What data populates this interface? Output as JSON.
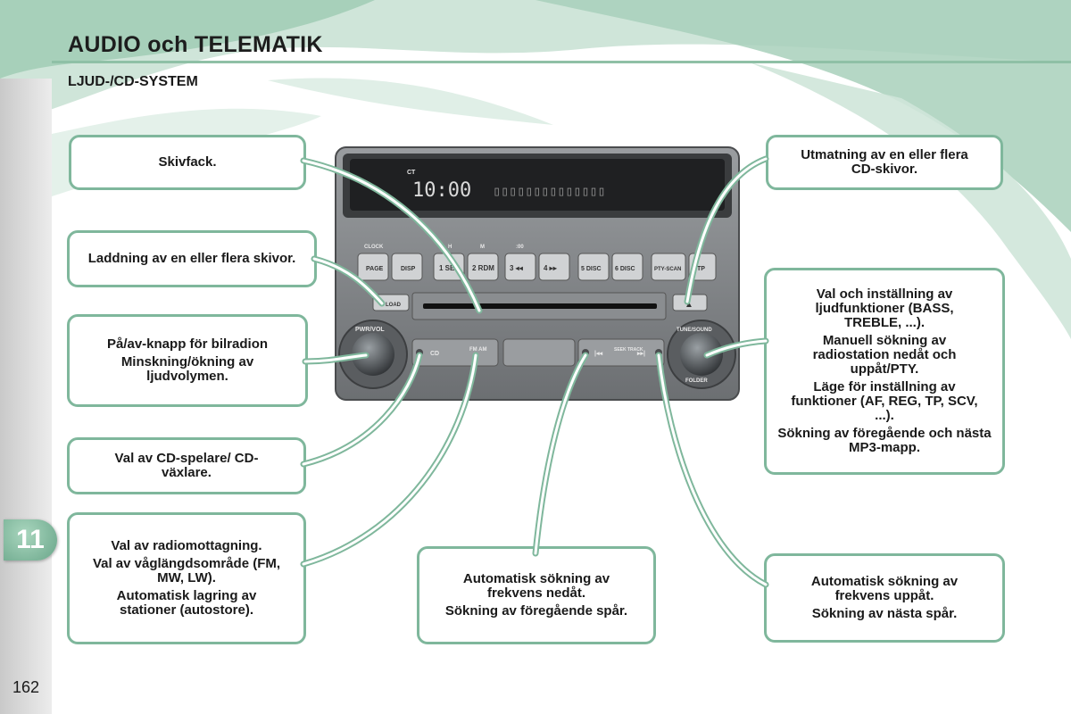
{
  "header": {
    "title": "AUDIO och TELEMATIK",
    "subtitle": "LJUD-/CD-SYSTEM"
  },
  "chapter_tab": "11",
  "page_number": "162",
  "radio": {
    "display_small": "CT",
    "display_time": "10:00",
    "display_segments": "▯▯▯▯▯▯▯▯▯▯▯▯▯▯",
    "top_labels": [
      "CLOCK",
      "H",
      "M",
      ":00"
    ],
    "buttons": [
      "PAGE",
      "DISP",
      "1 SET",
      "2 RDM",
      "3 ◂◂",
      "4 ▸▸",
      "5 DISC",
      "6 DISC",
      "PTY-SCAN",
      "TP"
    ],
    "load_label": "LOAD",
    "eject_symbol": "▲",
    "knob_left_label": "PWR/VOL",
    "knob_right_label": "TUNE/SOUND",
    "knob_right_bottom": "FOLDER",
    "cd_label": "CD",
    "fmam_label": "FM AM",
    "seek_label": "SEEK TRACK",
    "seek_left_symbol": "|◂◂",
    "seek_right_symbol": "▸▸|"
  },
  "callouts": {
    "disc_slot": [
      "Skivfack."
    ],
    "eject": [
      "Utmatning av en eller flera CD-skivor."
    ],
    "load": [
      "Laddning av en eller flera skivor."
    ],
    "power_volume": [
      "På/av-knapp för bilradion",
      "Minskning/ökning av ljudvolymen."
    ],
    "tune_sound": [
      "Val och inställning av ljudfunktioner (BASS, TREBLE, ...).",
      "Manuell sökning av radiostation nedåt och uppåt/PTY.",
      "Läge för inställning av funktioner (AF, REG, TP, SCV, ...).",
      "Sökning av föregående och nästa MP3-mapp."
    ],
    "cd_select": [
      "Val av CD-spelare/ CD-växlare."
    ],
    "radio_select": [
      "Val av radiomottagning.",
      "Val av våglängdsområde (FM, MW, LW).",
      "Automatisk lagring av stationer (autostore)."
    ],
    "seek_down": [
      "Automatisk sökning av frekvens nedåt.",
      "Sökning av föregående spår."
    ],
    "seek_up": [
      "Automatisk sökning av frekvens uppåt.",
      "Sökning av nästa spår."
    ]
  },
  "colors": {
    "accent_green": "#7fb79c",
    "radio_body": "#7c7f82",
    "display_digits": "#d8d8d8"
  }
}
